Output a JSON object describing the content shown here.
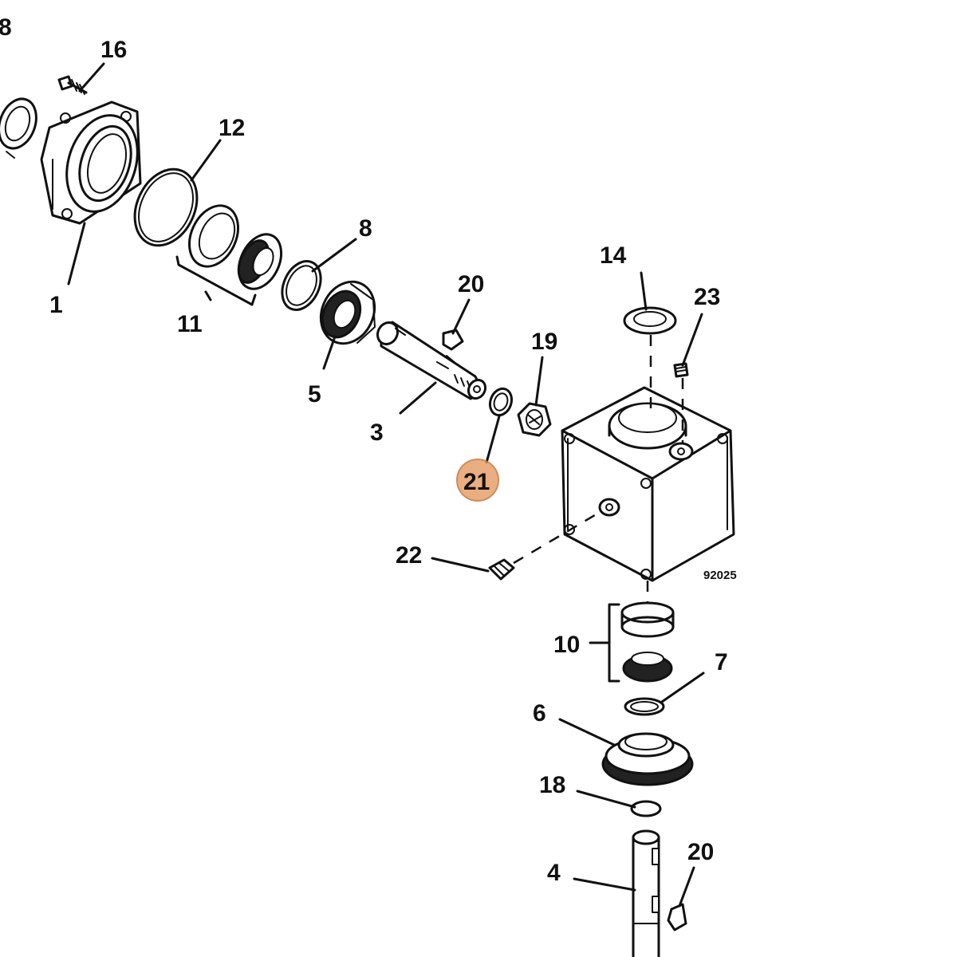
{
  "drawing_code": "92025",
  "highlight_color": "#e8a06a",
  "highlighted_callout": "21",
  "callouts": [
    {
      "id": "c8a",
      "text": "8"
    },
    {
      "id": "c16",
      "text": "16"
    },
    {
      "id": "c12",
      "text": "12"
    },
    {
      "id": "c1",
      "text": "1"
    },
    {
      "id": "c11",
      "text": "11"
    },
    {
      "id": "c8",
      "text": "8"
    },
    {
      "id": "c5",
      "text": "5"
    },
    {
      "id": "c20a",
      "text": "20"
    },
    {
      "id": "c3",
      "text": "3"
    },
    {
      "id": "c19",
      "text": "19"
    },
    {
      "id": "c14",
      "text": "14"
    },
    {
      "id": "c23",
      "text": "23"
    },
    {
      "id": "c21",
      "text": "21"
    },
    {
      "id": "c22",
      "text": "22"
    },
    {
      "id": "c10",
      "text": "10"
    },
    {
      "id": "c7",
      "text": "7"
    },
    {
      "id": "c6",
      "text": "6"
    },
    {
      "id": "c18",
      "text": "18"
    },
    {
      "id": "c4",
      "text": "4"
    },
    {
      "id": "c20b",
      "text": "20"
    }
  ]
}
